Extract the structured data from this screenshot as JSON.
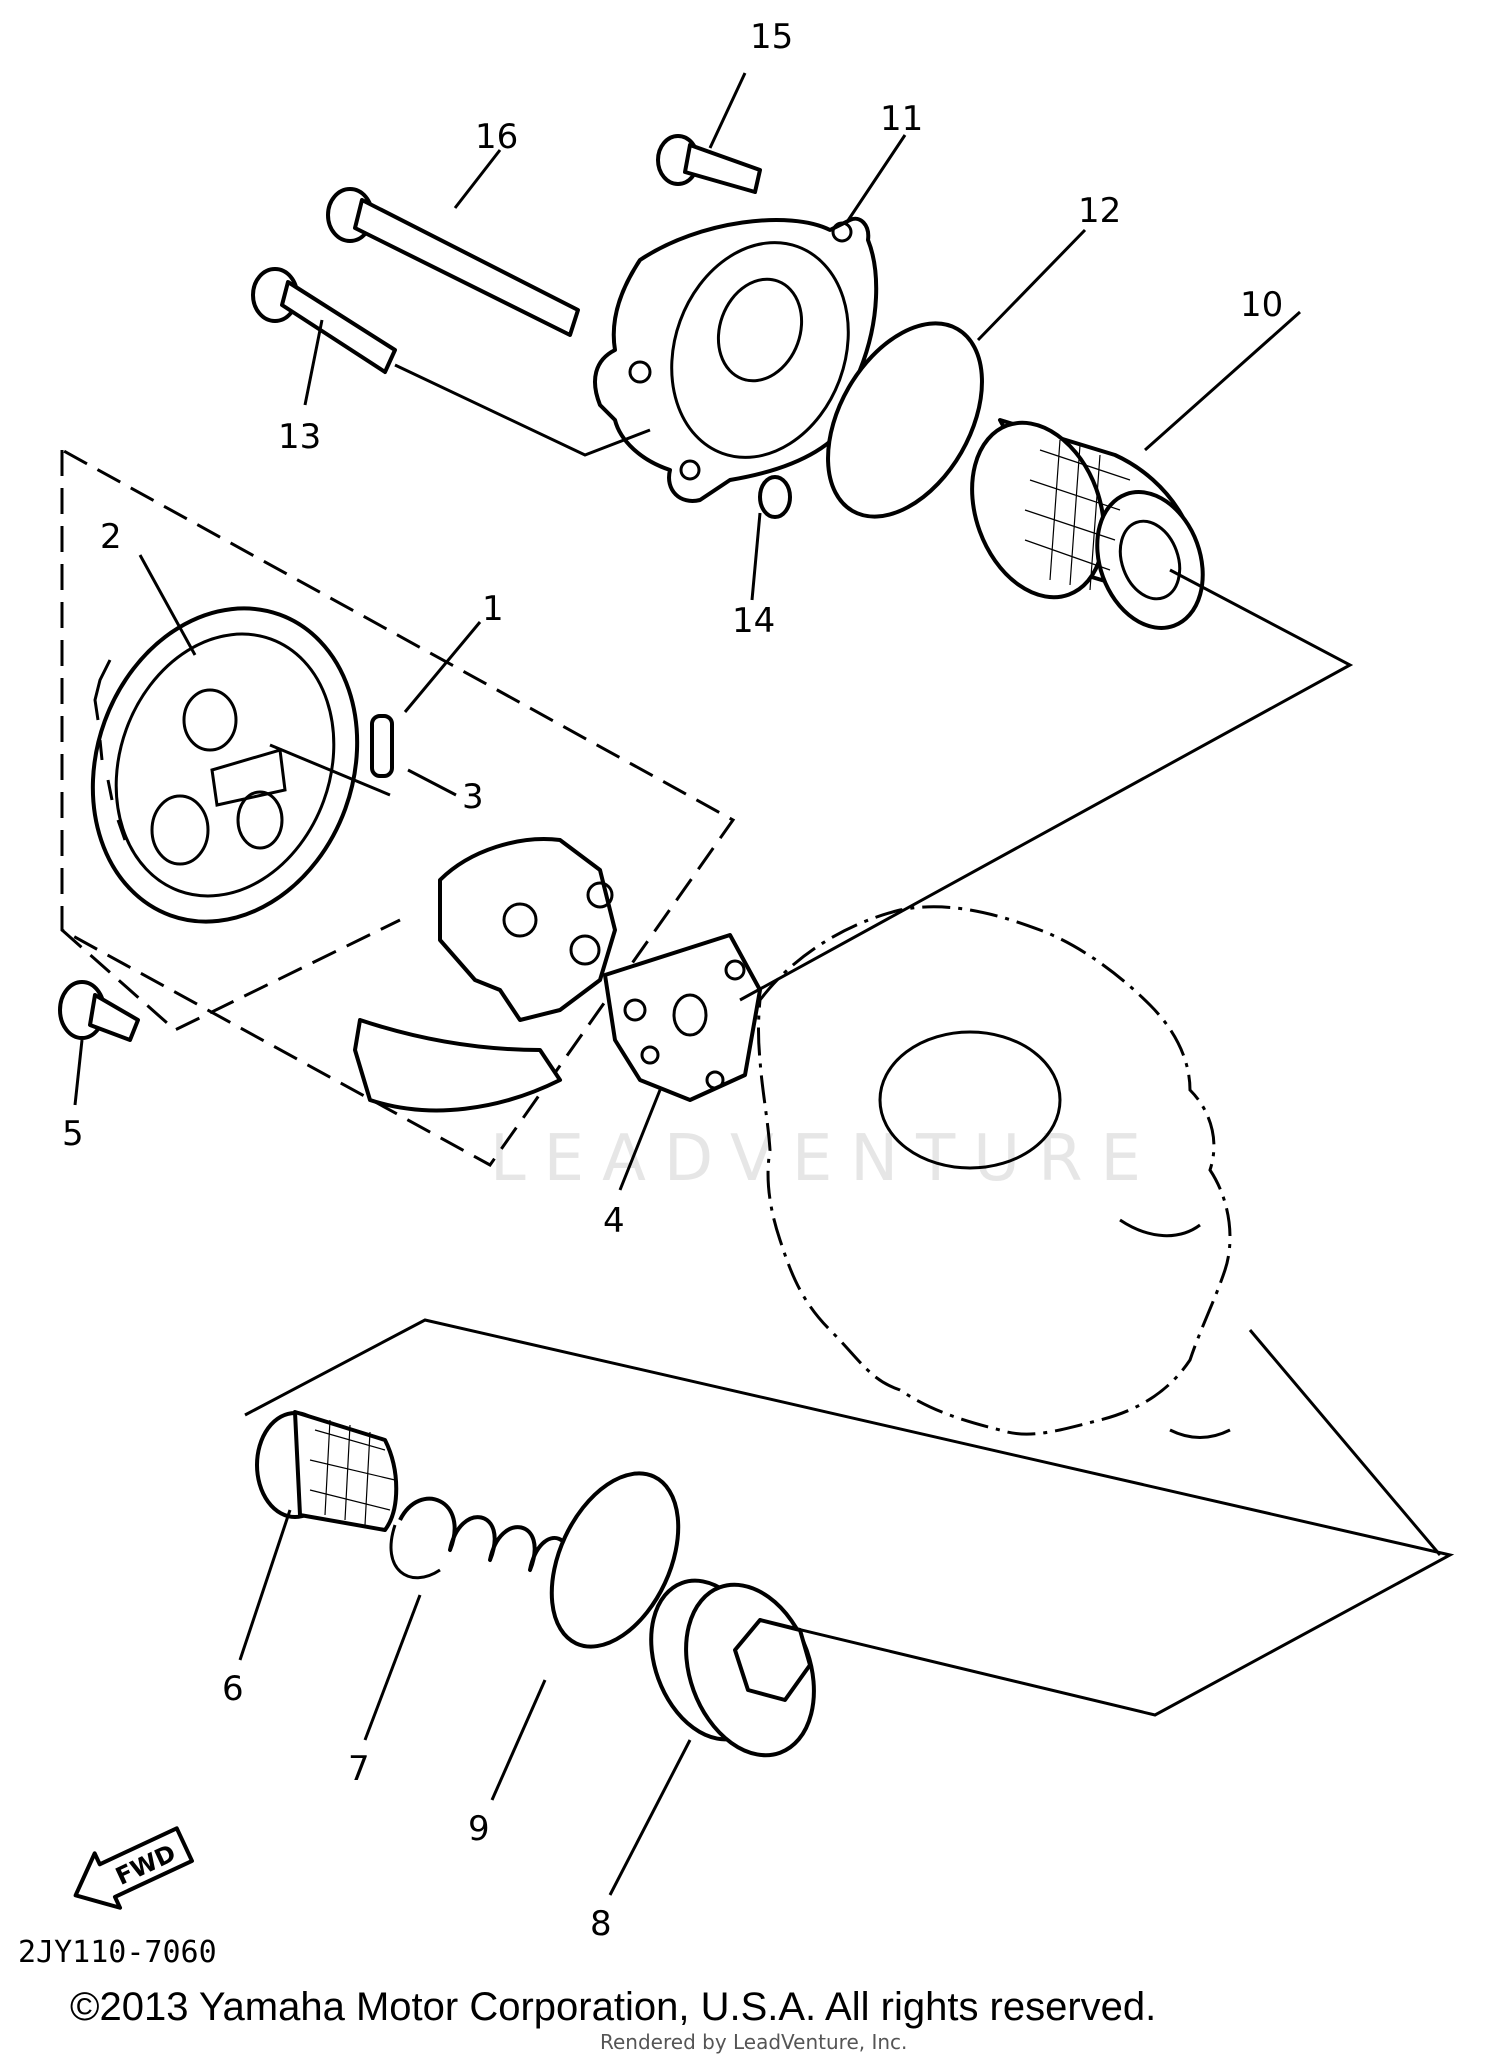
{
  "diagram": {
    "callouts": [
      "1",
      "2",
      "3",
      "4",
      "5",
      "6",
      "7",
      "8",
      "9",
      "10",
      "11",
      "12",
      "13",
      "14",
      "15",
      "16"
    ],
    "diagram_code": "2JY110-7060",
    "fwd_label": "FWD",
    "watermark": "LEADVENTURE"
  },
  "footer": {
    "copyright": "©2013 Yamaha Motor Corporation, U.S.A. All rights reserved.",
    "rendered_by": "Rendered by LeadVenture, Inc."
  }
}
